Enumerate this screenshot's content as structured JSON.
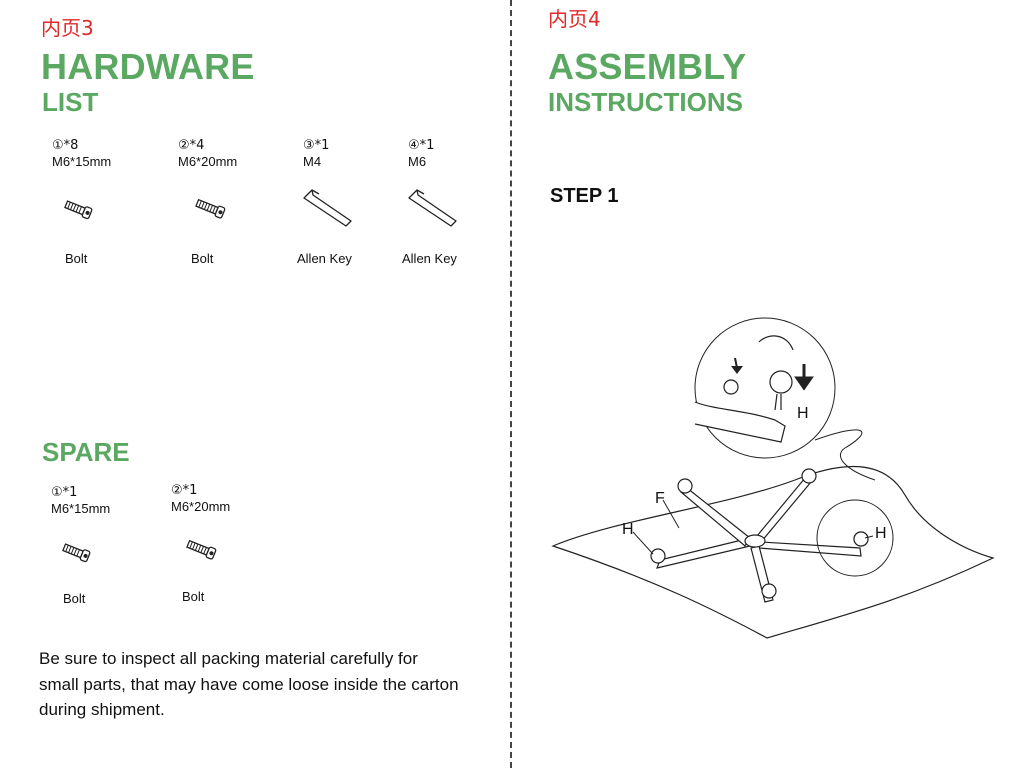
{
  "left_page": {
    "page_label": "内页3",
    "title": "HARDWARE",
    "subtitle": "LIST",
    "hardware": [
      {
        "qty": "①*8",
        "size": "M6*15mm",
        "name": "Bolt",
        "icon": "bolt-icon"
      },
      {
        "qty": "②*4",
        "size": "M6*20mm",
        "name": "Bolt",
        "icon": "bolt-icon"
      },
      {
        "qty": "③*1",
        "size": "M4",
        "name": "Allen Key",
        "icon": "allen-key-icon"
      },
      {
        "qty": "④*1",
        "size": "M6",
        "name": "Allen Key",
        "icon": "allen-key-icon"
      }
    ],
    "spare_title": "SPARE",
    "spare": [
      {
        "qty": "①*1",
        "size": "M6*15mm",
        "name": "Bolt",
        "icon": "bolt-icon"
      },
      {
        "qty": "②*1",
        "size": "M6*20mm",
        "name": "Bolt",
        "icon": "bolt-icon"
      }
    ],
    "note": "Be sure to inspect all packing material carefully for small parts, that may have come loose inside the carton during shipment."
  },
  "right_page": {
    "page_label": "内页4",
    "title": "ASSEMBLY",
    "subtitle": "INSTRUCTIONS",
    "step": "STEP 1",
    "diagram_labels": {
      "f": "F",
      "h_left": "H",
      "h_right": "H",
      "h_detail": "H"
    }
  },
  "colors": {
    "heading": "#5aa862",
    "page_label": "#e02a2a"
  }
}
